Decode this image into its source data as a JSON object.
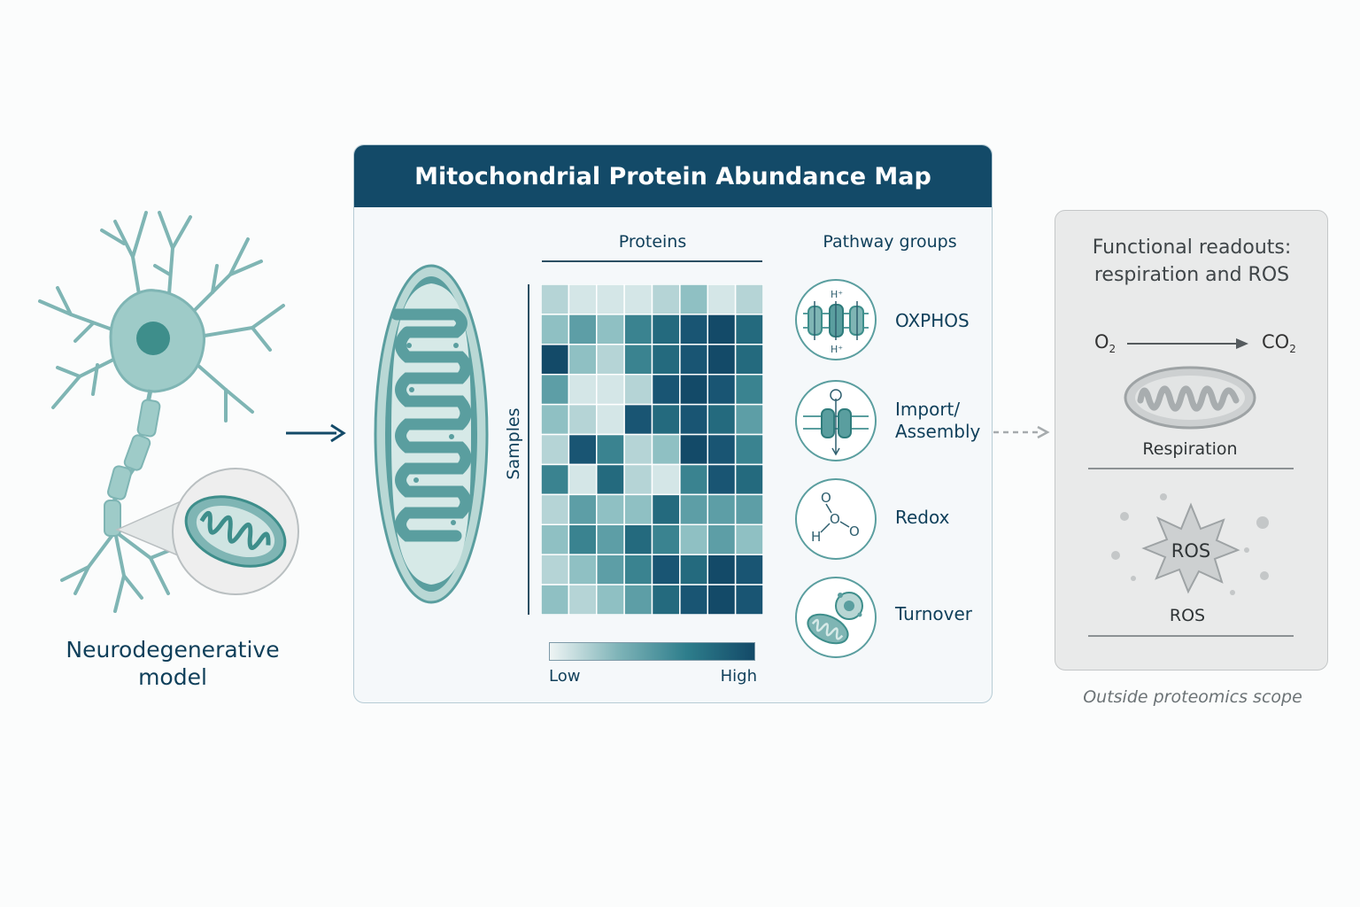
{
  "left": {
    "caption": "Neurodegenerative model"
  },
  "panel": {
    "title": "Mitochondrial Protein Abundance Map",
    "x_axis_label": "Proteins",
    "y_axis_label": "Samples",
    "colorbar_low": "Low",
    "colorbar_high": "High",
    "pathway_title": "Pathway groups",
    "pathways": [
      {
        "label": "OXPHOS",
        "icon": "oxphos-icon"
      },
      {
        "label": "Import/ Assembly",
        "icon": "import-assembly-icon"
      },
      {
        "label": "Redox",
        "icon": "redox-icon"
      },
      {
        "label": "Turnover",
        "icon": "turnover-icon"
      }
    ],
    "oxphos_symbol": "H⁺",
    "redox_atoms": [
      "O",
      "O",
      "H"
    ]
  },
  "heatmap": {
    "rows": 11,
    "cols": 8,
    "levels": [
      [
        2,
        1,
        1,
        1,
        2,
        3,
        1,
        2
      ],
      [
        3,
        4,
        3,
        5,
        6,
        7,
        8,
        6
      ],
      [
        8,
        3,
        2,
        5,
        6,
        7,
        8,
        6
      ],
      [
        4,
        1,
        1,
        2,
        7,
        8,
        7,
        5
      ],
      [
        3,
        2,
        1,
        7,
        6,
        7,
        6,
        4
      ],
      [
        2,
        7,
        5,
        2,
        3,
        8,
        7,
        5
      ],
      [
        5,
        1,
        6,
        2,
        1,
        5,
        7,
        6
      ],
      [
        2,
        4,
        3,
        3,
        6,
        4,
        4,
        4
      ],
      [
        3,
        5,
        4,
        6,
        5,
        3,
        4,
        3
      ],
      [
        2,
        3,
        4,
        5,
        7,
        6,
        8,
        7
      ],
      [
        3,
        2,
        3,
        4,
        6,
        7,
        8,
        7
      ]
    ],
    "palette": [
      "#eef4f4",
      "#d4e6e7",
      "#b5d4d6",
      "#8fc0c3",
      "#5d9ea6",
      "#3a8390",
      "#246a7e",
      "#195573",
      "#134a68"
    ]
  },
  "right": {
    "title": "Functional readouts: respiration and ROS",
    "o2_main": "O",
    "o2_sub": "2",
    "co2_main": "CO",
    "co2_sub": "2",
    "respiration_label": "Respiration",
    "ros_burst_label": "ROS",
    "ros_label": "ROS",
    "scope_note": "Outside proteomics scope"
  },
  "colors": {
    "header": "#134a68",
    "teal": "#5a9e9f",
    "teal_light": "#b8d6d4",
    "gray": "#9ea3a5"
  }
}
